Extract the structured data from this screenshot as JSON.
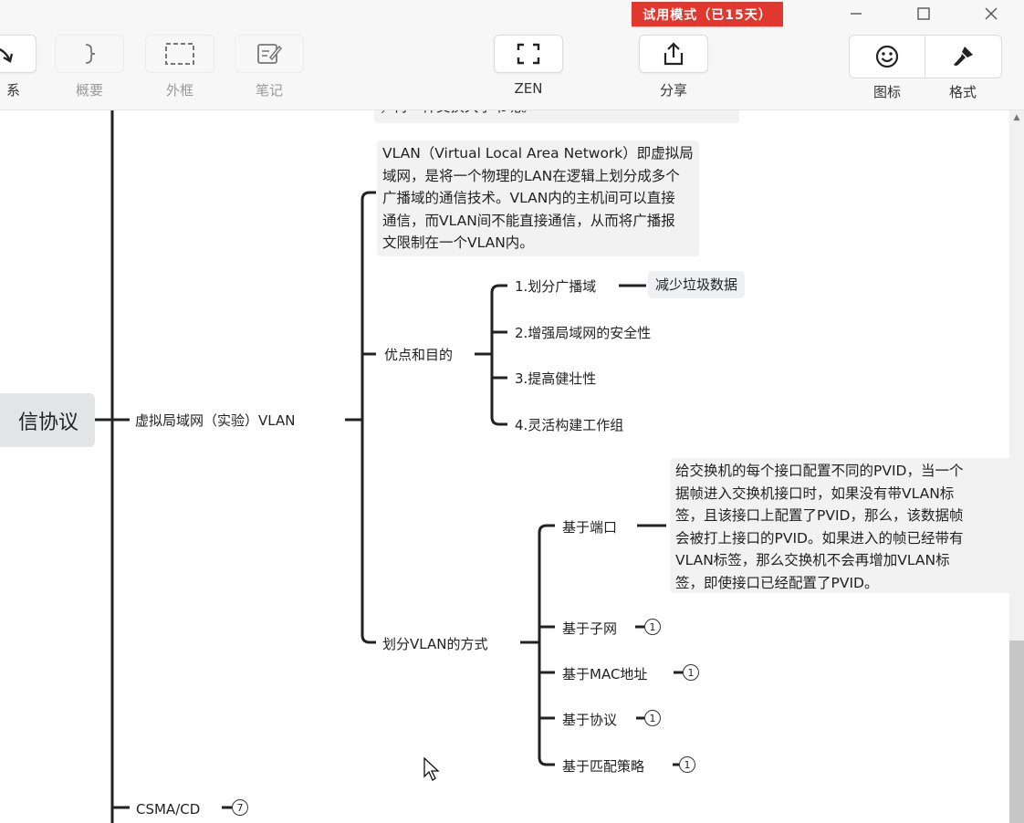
{
  "toolbar": {
    "trial_badge": "试用模式（已15天）",
    "tools": {
      "relation": "系",
      "summary": "概要",
      "boundary": "外框",
      "notes": "笔记",
      "zen": "ZEN",
      "share": "分享",
      "icon": "图标",
      "format": "格式"
    },
    "window_controls": [
      "minimize",
      "maximize",
      "close"
    ]
  },
  "mindmap": {
    "top_note_fragment": "，再一样交换大学书呢。",
    "root": "信协议",
    "branch": "虚拟局域网（实验）VLAN",
    "definition": "VLAN（Virtual Local Area Network）即虚拟局\n域网，是将一个物理的LAN在逻辑上划分成多个\n广播域的通信技术。VLAN内的主机间可以直接\n通信，而VLAN间不能直接通信，从而将广播报\n文限制在一个VLAN内。",
    "advantages": {
      "label": "优点和目的",
      "items": [
        "1.划分广播域",
        "2.增强局域网的安全性",
        "3.提高健壮性",
        "4.灵活构建工作组"
      ],
      "sub_item": "减少垃圾数据"
    },
    "methods": {
      "label": "划分VLAN的方式",
      "port": {
        "label": "基于端口",
        "note": "给交换机的每个接口配置不同的PVID，当一个\n据帧进入交换机接口时，如果没有带VLAN标\n签，且该接口上配置了PVID，那么，该数据帧\n会被打上接口的PVID。如果进入的帧已经带有\nVLAN标签，那么交换机不会再增加VLAN标\n签，即使接口已经配置了PVID。"
      },
      "others": [
        {
          "label": "基于子网",
          "count": "1"
        },
        {
          "label": "基于MAC地址",
          "count": "1"
        },
        {
          "label": "基于协议",
          "count": "1"
        },
        {
          "label": "基于匹配策略",
          "count": "1"
        }
      ]
    },
    "csma": {
      "label": "CSMA/CD",
      "count": "7"
    }
  }
}
